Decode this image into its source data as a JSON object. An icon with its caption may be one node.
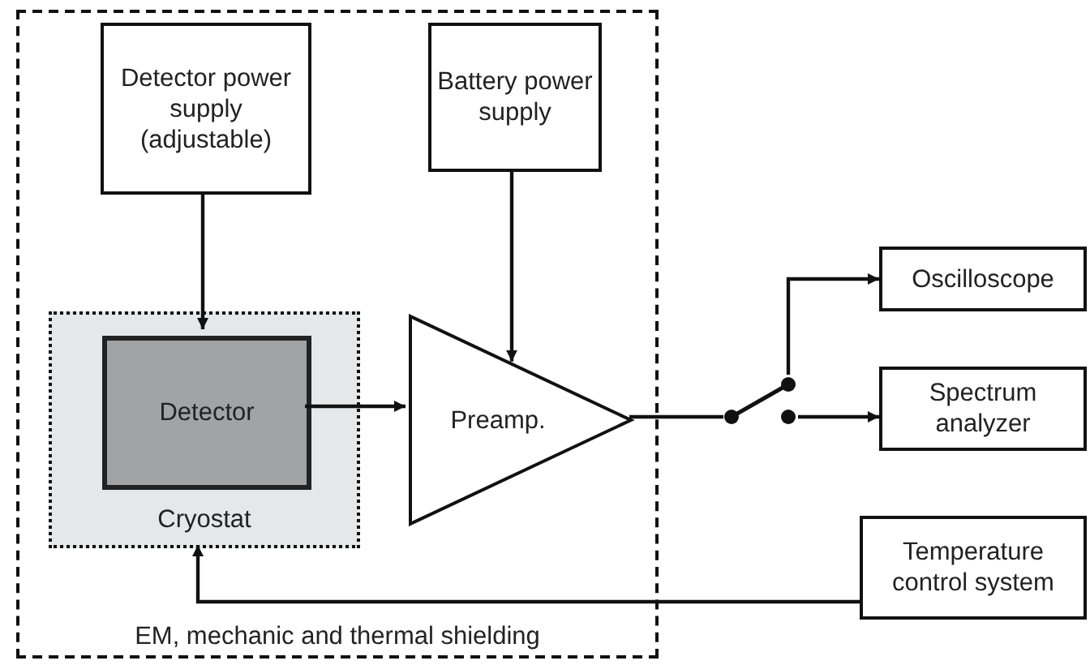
{
  "diagram": {
    "nodes": [
      {
        "text": [
          "EM, mechanic and thermal shielding"
        ]
      },
      {
        "text": [
          "Detector power supply (adjustable)"
        ],
        "in": 0
      },
      {
        "text": [
          "Battery power supply"
        ],
        "in": 0
      },
      {
        "text": [
          "Cryostat"
        ],
        "in": 0
      },
      {
        "text": [
          "Detector"
        ],
        "in": 3
      },
      {
        "text": [
          "Preamp."
        ],
        "in": 0
      },
      {
        "text": [],
        "shape": "switch"
      },
      {
        "text": [
          "Oscilloscope"
        ]
      },
      {
        "text": [
          "Spectrum analyzer"
        ]
      },
      {
        "text": [
          "Temperature control system"
        ]
      }
    ],
    "edges": [
      {
        "from": 1,
        "to": 4,
        "arrow": "to"
      },
      {
        "from": 2,
        "to": 5,
        "arrow": "to"
      },
      {
        "from": 4,
        "to": 5,
        "arrow": "to"
      },
      {
        "from": 5,
        "to": 6,
        "arrow": "none"
      },
      {
        "from": 6,
        "to": 7,
        "arrow": "to"
      },
      {
        "from": 6,
        "to": 8,
        "arrow": "to"
      },
      {
        "from": 9,
        "to": 3,
        "arrow": "to"
      }
    ]
  }
}
